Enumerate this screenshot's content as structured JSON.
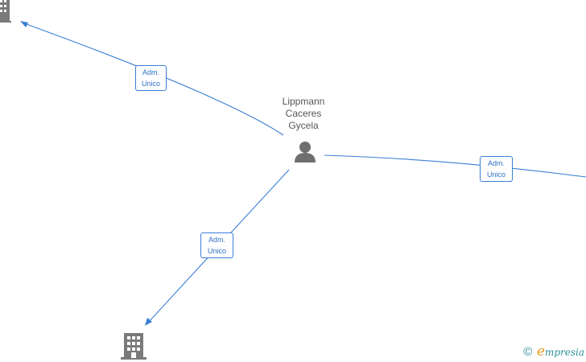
{
  "diagram": {
    "person": {
      "name_lines": [
        "Lippmann",
        "Caceres",
        "Gycela"
      ],
      "icon": "person-icon",
      "color": "#6f6f6f"
    },
    "companies": [
      {
        "icon": "building-icon"
      },
      {
        "icon": "building-icon"
      }
    ],
    "edges": [
      {
        "label_line1": "Adm.",
        "label_line2": "Unico"
      },
      {
        "label_line1": "Adm.",
        "label_line2": "Unico"
      },
      {
        "label_line1": "Adm.",
        "label_line2": "Unico"
      }
    ],
    "edge_color": "#3a7fd5"
  },
  "watermark": {
    "copyright_symbol": "©",
    "brand_initial": "e",
    "brand_rest": "mpresia"
  }
}
